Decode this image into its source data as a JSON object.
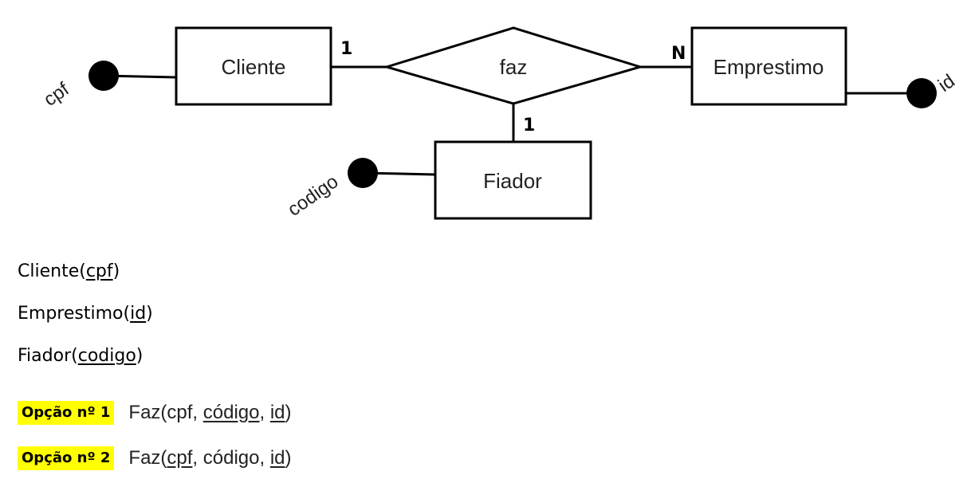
{
  "diagram": {
    "entities": {
      "cliente": "Cliente",
      "emprestimo": "Emprestimo",
      "fiador": "Fiador"
    },
    "relationship": "faz",
    "cardinality": {
      "cliente": "1",
      "emprestimo": "N",
      "fiador": "1"
    },
    "attributes": {
      "cpf": "cpf",
      "id": "id",
      "codigo": "codigo"
    }
  },
  "schema": {
    "cliente": {
      "name": "Cliente",
      "open": "(",
      "key": "cpf",
      "close": ")"
    },
    "emprestimo": {
      "name": "Emprestimo",
      "open": "(",
      "key": "id",
      "close": ")"
    },
    "fiador": {
      "name": "Fiador",
      "open": "(",
      "key": "codigo",
      "close": ")"
    }
  },
  "options": [
    {
      "label": "Opção nº 1",
      "name": "Faz(",
      "a1": "cpf",
      "sep1": ", ",
      "a2": "código",
      "sep2": ", ",
      "a3": "id",
      "close": ")"
    },
    {
      "label": "Opção nº 2",
      "name": "Faz(",
      "a1": "cpf",
      "sep1": ", ",
      "a2": "código",
      "sep2": ", ",
      "a3": "id",
      "close": ")"
    }
  ],
  "colors": {
    "highlight": "#ffff00",
    "stroke": "#000000"
  }
}
